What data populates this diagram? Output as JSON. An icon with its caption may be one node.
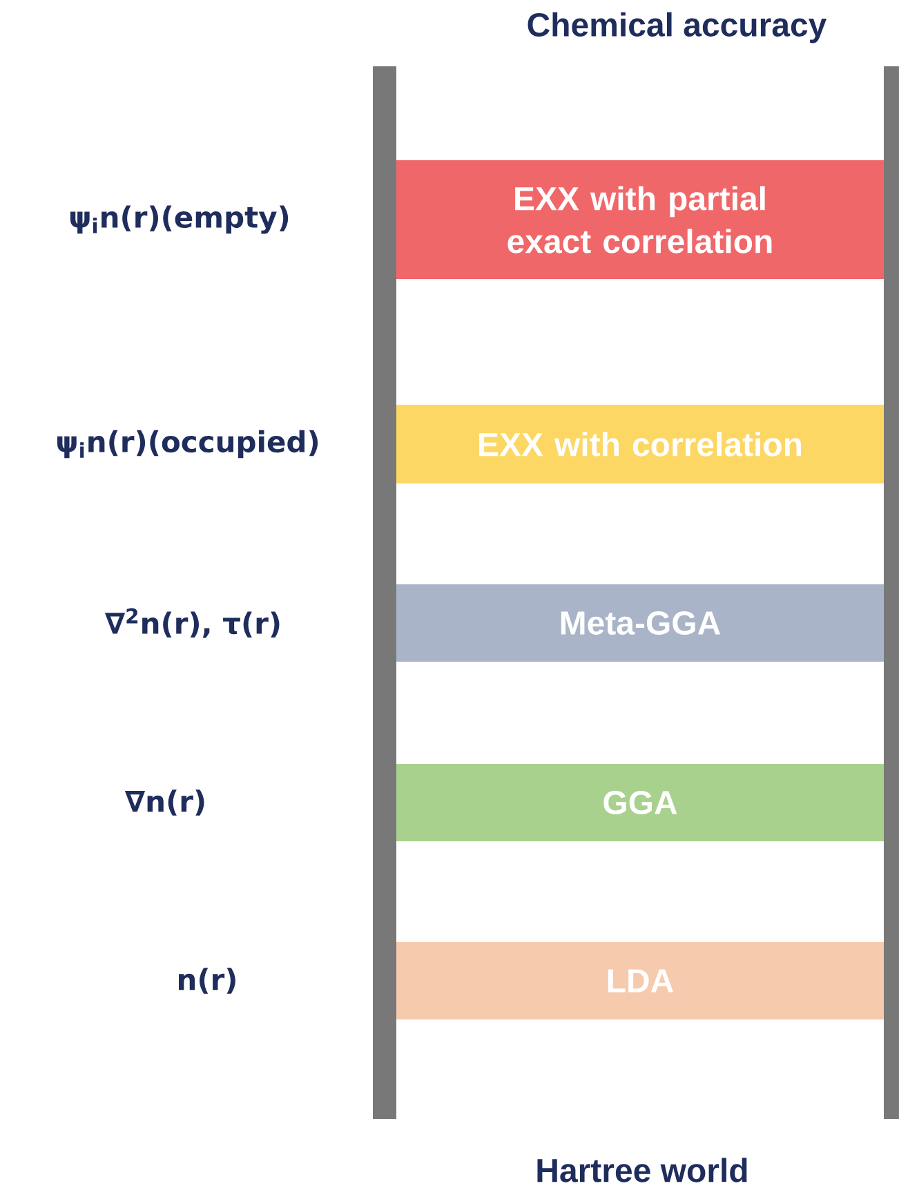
{
  "diagram": {
    "title": "Chemical accuracy",
    "nodes": [
      {
        "text": [
          "EXX with partial exact correlation"
        ]
      },
      {
        "text": [
          "EXX with correlation"
        ]
      },
      {
        "text": [
          "Meta-GGA"
        ]
      },
      {
        "text": [
          "GGA"
        ]
      },
      {
        "text": [
          "LDA"
        ]
      }
    ],
    "edges": [],
    "labels": [
      "ψ$_{i}$n(r)(empty)",
      "ψ$_{i}$n(r)(occupied)",
      "∇$^{2}$n(r), τ(r)",
      "∇n(r)",
      "n(r)",
      "Hartree world"
    ]
  }
}
